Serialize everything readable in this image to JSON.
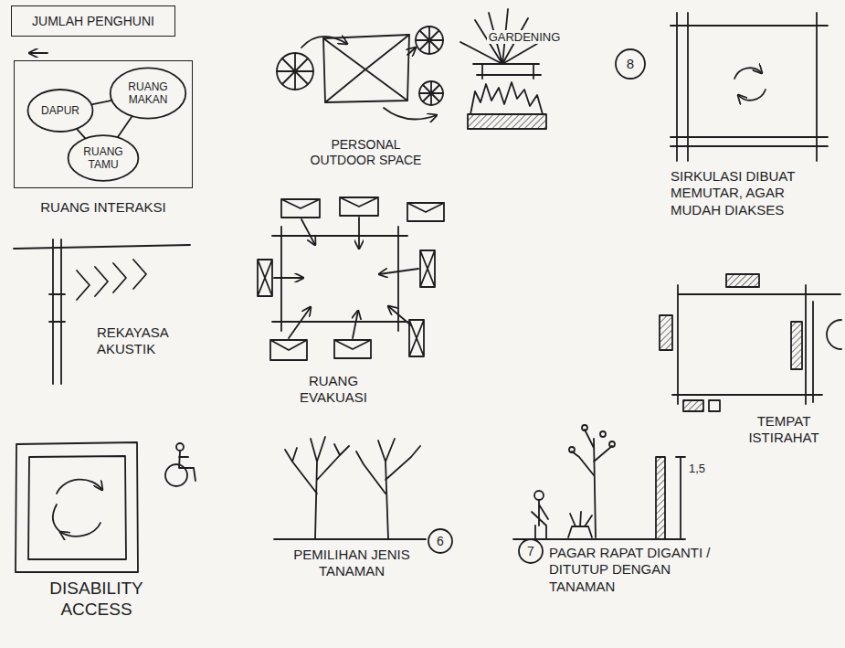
{
  "diagram": {
    "nodes": [
      {
        "text": [
          "JUMLAH PENGHUNI"
        ]
      },
      {
        "text": [
          "RUANG INTERAKSI"
        ]
      },
      {
        "text": [
          "DAPUR"
        ],
        "in": 1
      },
      {
        "text": [
          "RUANG MAKAN"
        ],
        "in": 1
      },
      {
        "text": [
          "RUANG TAMU"
        ],
        "in": 1
      }
    ],
    "edges": [
      {
        "from": 2,
        "to": 3,
        "arrow": "none"
      },
      {
        "from": 2,
        "to": 4,
        "arrow": "none"
      },
      {
        "from": 3,
        "to": 4,
        "arrow": "none"
      }
    ],
    "labels": [
      "PERSONAL OUTDOOR SPACE",
      "GARDENING",
      "8",
      "SIRKULASI DIBUAT MEMUTAR, AGAR MUDAH DIAKSES",
      "REKAYASA AKUSTIK",
      "RUANG EVAKUASI",
      "TEMPAT ISTIRAHAT",
      "DISABILITY ACCESS",
      "PEMILIHAN JENIS TANAMAN",
      "6",
      "7",
      "PAGAR RAPAT DIGANTI / DITUTUP DENGAN TANAMAN",
      "1,5"
    ]
  }
}
